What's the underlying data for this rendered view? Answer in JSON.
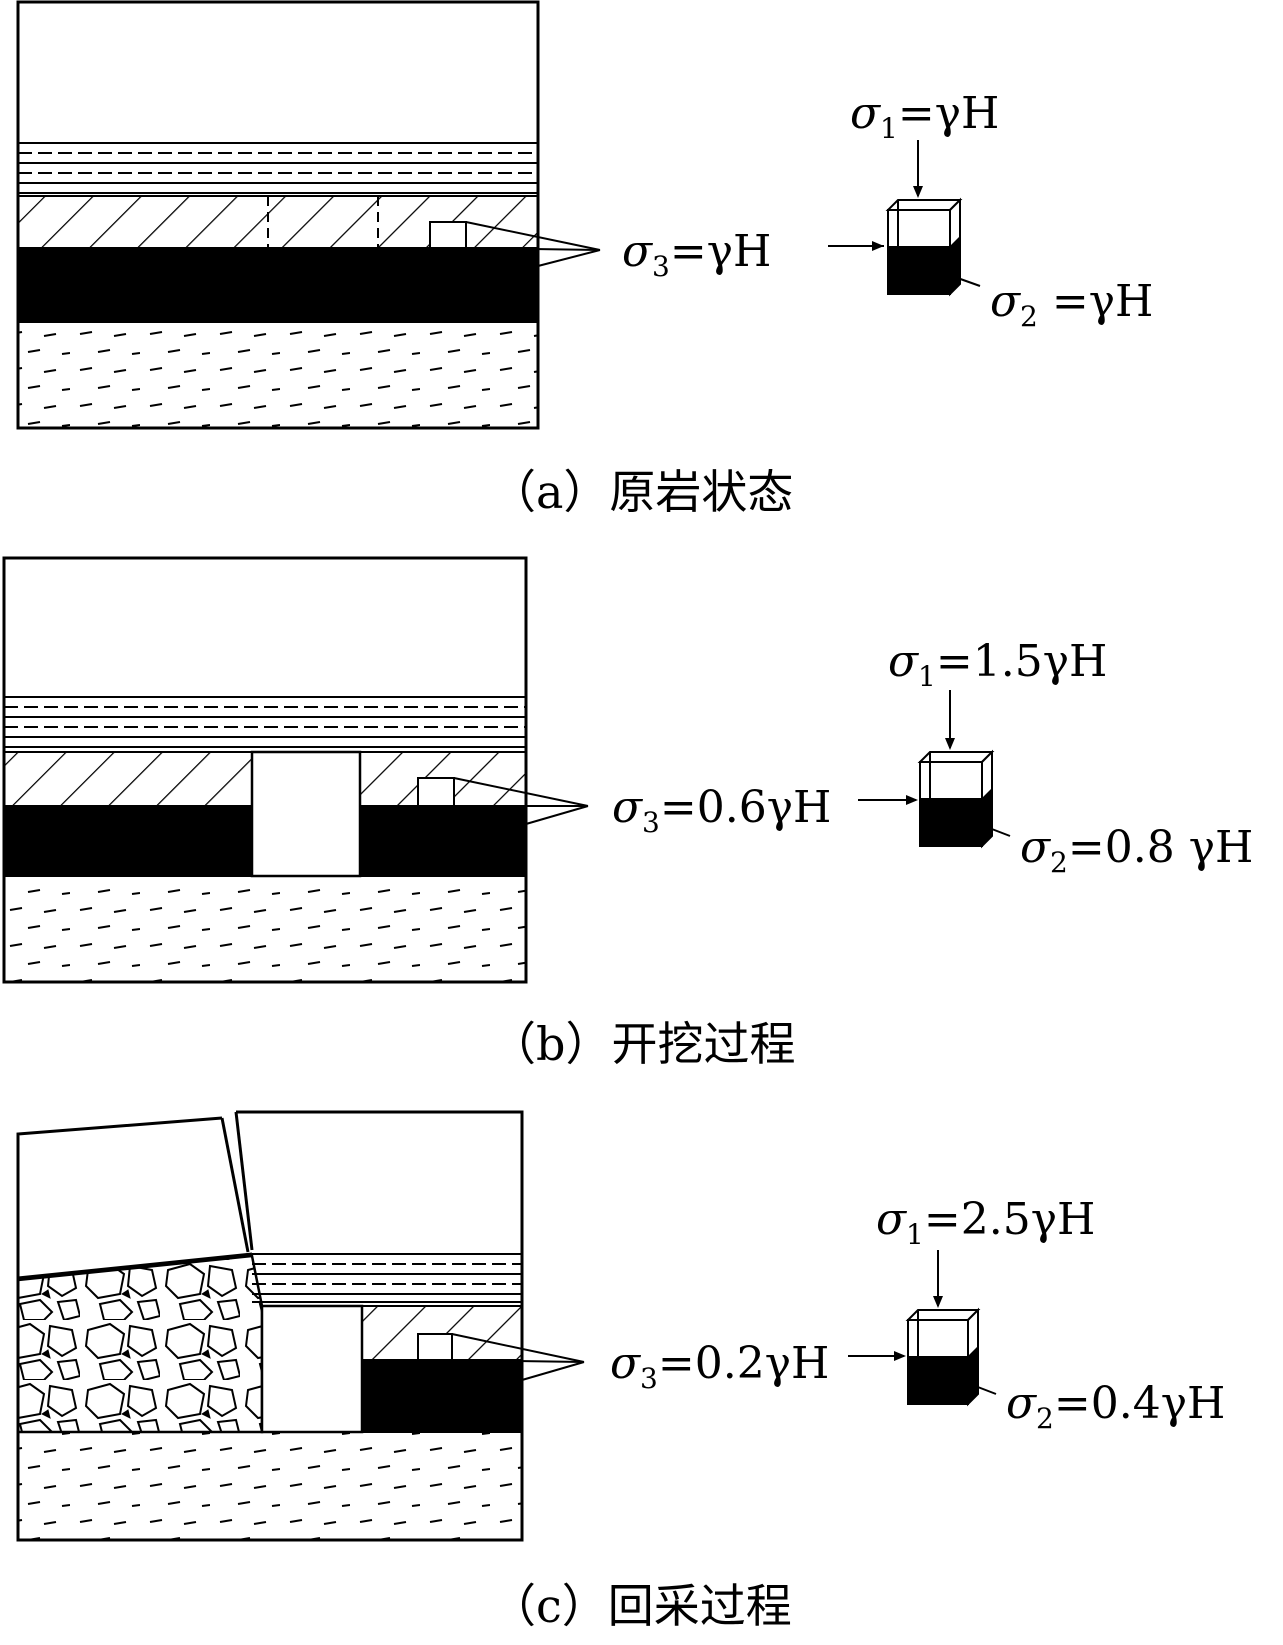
{
  "panels": [
    {
      "id": "a",
      "caption": "（a）原岩状态",
      "sigma1": {
        "sym": "σ",
        "sub": "1",
        "eq": "=γH"
      },
      "sigma2": {
        "sym": "σ",
        "sub": "2",
        "eq": " =γH"
      },
      "sigma3": {
        "sym": "σ",
        "sub": "3",
        "eq": "=γH"
      }
    },
    {
      "id": "b",
      "caption": "（b）开挖过程",
      "sigma1": {
        "sym": "σ",
        "sub": "1",
        "eq": "=1.5γH"
      },
      "sigma2": {
        "sym": "σ",
        "sub": "2",
        "eq": "=0.8 γH"
      },
      "sigma3": {
        "sym": "σ",
        "sub": "3",
        "eq": "=0.6γH"
      }
    },
    {
      "id": "c",
      "caption": "（c）回采过程",
      "sigma1": {
        "sym": "σ",
        "sub": "1",
        "eq": "=2.5γH"
      },
      "sigma2": {
        "sym": "σ",
        "sub": "2",
        "eq": "=0.4γH"
      },
      "sigma3": {
        "sym": "σ",
        "sub": "3",
        "eq": "=0.2γH"
      }
    }
  ]
}
